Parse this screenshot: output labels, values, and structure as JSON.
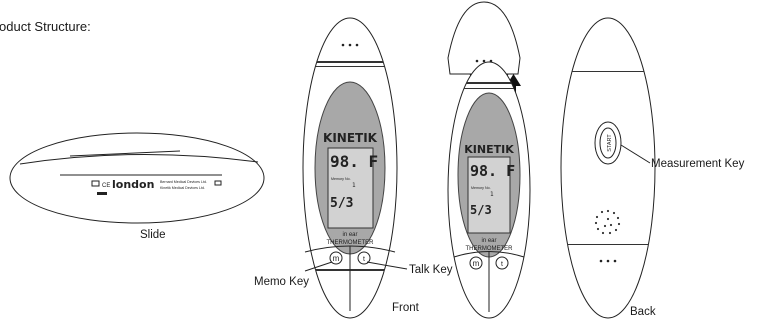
{
  "heading": "oduct Structure:",
  "labels": {
    "slide": "Slide",
    "memo_key": "Memo Key",
    "talk_key": "Talk Key",
    "front": "Front",
    "back": "Back",
    "measurement_key": "Measurement Key"
  },
  "slide_print": {
    "brand": "london",
    "maker_line1": "Bernard Medical Devices Ltd.",
    "maker_line2": "Kinetik Medical Devices Ltd."
  },
  "device": {
    "brand": "KINETIK",
    "temperature": "98. F",
    "memory_label": "Memory No.",
    "memory_value": "1",
    "date": "5/3",
    "caption_top": "in ear",
    "caption_bottom": "THERMOMETER",
    "start_label": "START"
  }
}
